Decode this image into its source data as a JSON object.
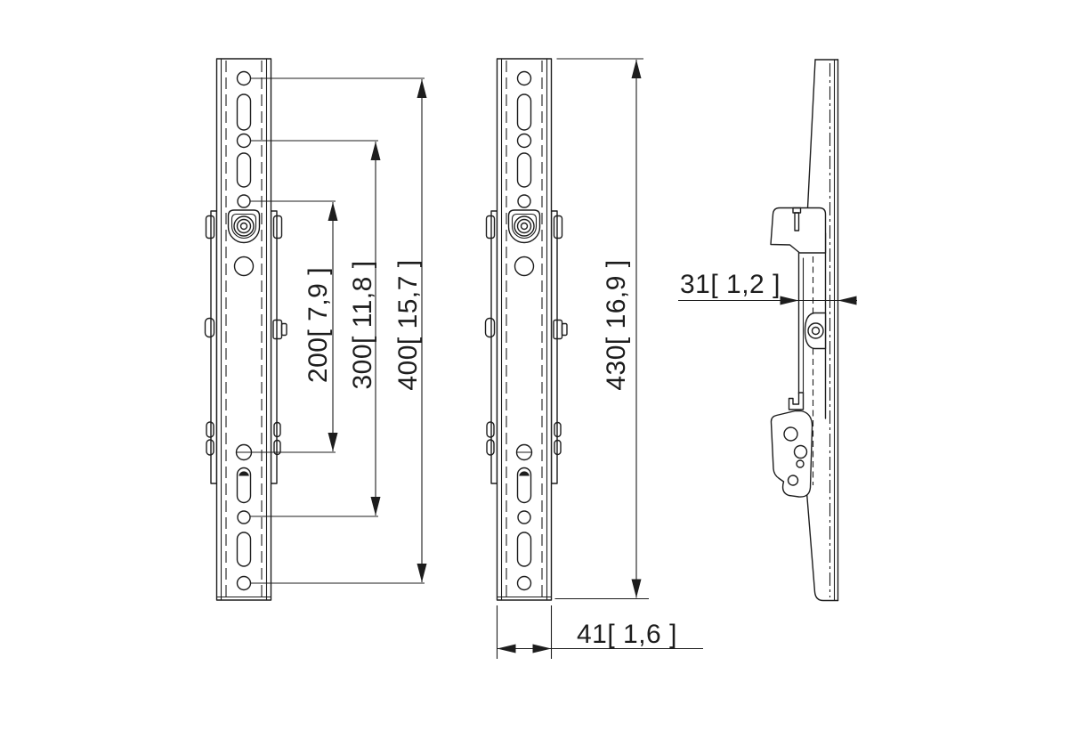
{
  "page": {
    "background_color": "#ffffff",
    "line_color": "#1d1d1d"
  },
  "drawing": {
    "type": "technical-dimension-drawing",
    "views": [
      {
        "id": "front-view-left",
        "description": "front view of mounting strip with hole-pitch dimensions"
      },
      {
        "id": "front-view-middle",
        "description": "front view of mounting strip with overall height and width"
      },
      {
        "id": "side-view-right",
        "description": "side profile of mounting strip with depth dimension"
      }
    ],
    "dimensions": {
      "d200": {
        "label": "200[ 7,9 ]",
        "mm": 200,
        "inches": "7,9"
      },
      "d300": {
        "label": "300[ 11,8 ]",
        "mm": 300,
        "inches": "11,8"
      },
      "d400": {
        "label": "400[ 15,7 ]",
        "mm": 400,
        "inches": "15,7"
      },
      "d430": {
        "label": "430[ 16,9 ]",
        "mm": 430,
        "inches": "16,9"
      },
      "d31": {
        "label": "31[ 1,2 ]",
        "mm": 31,
        "inches": "1,2"
      },
      "d41": {
        "label": "41[ 1,6 ]",
        "mm": 41,
        "inches": "1,6"
      }
    }
  }
}
